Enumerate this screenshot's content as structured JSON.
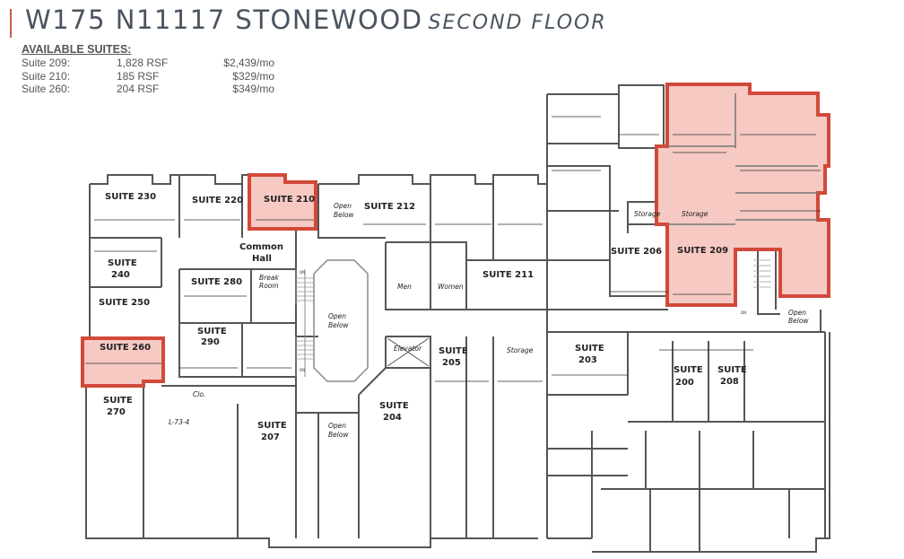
{
  "header": {
    "title": "W175 N11117 STONEWOOD",
    "subtitle": "SECOND FLOOR"
  },
  "available": {
    "heading": "AVAILABLE SUITES:",
    "suites": [
      {
        "name": "Suite 209:",
        "size": "1,828 RSF",
        "rent": "$2,439/mo"
      },
      {
        "name": "Suite 210:",
        "size": "185 RSF",
        "rent": "$329/mo"
      },
      {
        "name": "Suite 260:",
        "size": "204 RSF",
        "rent": "$349/mo"
      }
    ]
  },
  "colors": {
    "highlight_fill": "#f6c9c3",
    "highlight_stroke": "#d2493a",
    "wall": "#555555",
    "title": "#4a5460"
  },
  "plan": {
    "labels": {
      "s230": "SUITE 230",
      "s220": "SUITE 220",
      "s210": "SUITE 210",
      "s212": "SUITE 212",
      "s240a": "SUITE",
      "s240b": "240",
      "common_a": "Common",
      "common_b": "Hall",
      "s280": "SUITE 280",
      "break_a": "Break",
      "break_b": "Room",
      "s250": "SUITE 250",
      "s260": "SUITE 260",
      "s290a": "SUITE",
      "s290b": "290",
      "s270a": "SUITE",
      "s270b": "270",
      "clo": "Clo.",
      "l734": "L-73-4",
      "s207a": "SUITE",
      "s207b": "207",
      "open": "Open",
      "below": "Below",
      "men": "Men",
      "women": "Women",
      "s211": "SUITE 211",
      "elevator": "Elevator",
      "s205a": "SUITE",
      "s205b": "205",
      "s204a": "SUITE",
      "s204b": "204",
      "storage": "Storage",
      "s203a": "SUITE",
      "s203b": "203",
      "s200a": "SUITE",
      "s200b": "200",
      "s208a": "SUITE",
      "s208b": "208",
      "s206": "SUITE 206",
      "s209": "SUITE 209",
      "dn": "DN"
    }
  }
}
